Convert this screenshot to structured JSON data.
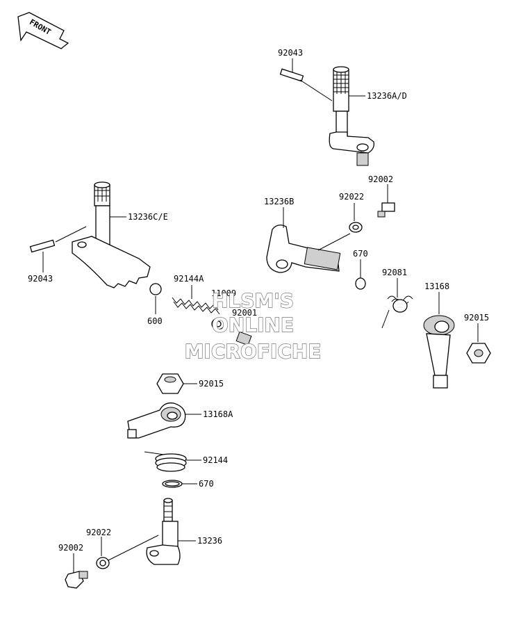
{
  "front_arrow": {
    "text": "FRONT"
  },
  "labels": {
    "p92043_top": "92043",
    "p13236AD": "13236A/D",
    "p92002_top": "92002",
    "p13236B": "13236B",
    "p92022_top": "92022",
    "p13236CE": "13236C/E",
    "p670_top": "670",
    "p92081": "92081",
    "p92144A": "92144A",
    "p11009": "11009",
    "p92001": "92001",
    "p13168": "13168",
    "p92015_right": "92015",
    "p92043_left": "92043",
    "p600": "600",
    "p92015_mid": "92015",
    "p13168A": "13168A",
    "p92144": "92144",
    "p670_bottom": "670",
    "p92022_bottom": "92022",
    "p92002_bottom": "92002",
    "p13236": "13236"
  },
  "watermark": {
    "line1": "HLSM'S",
    "line2": "ONLINE",
    "line3": "MICROFICHE"
  }
}
